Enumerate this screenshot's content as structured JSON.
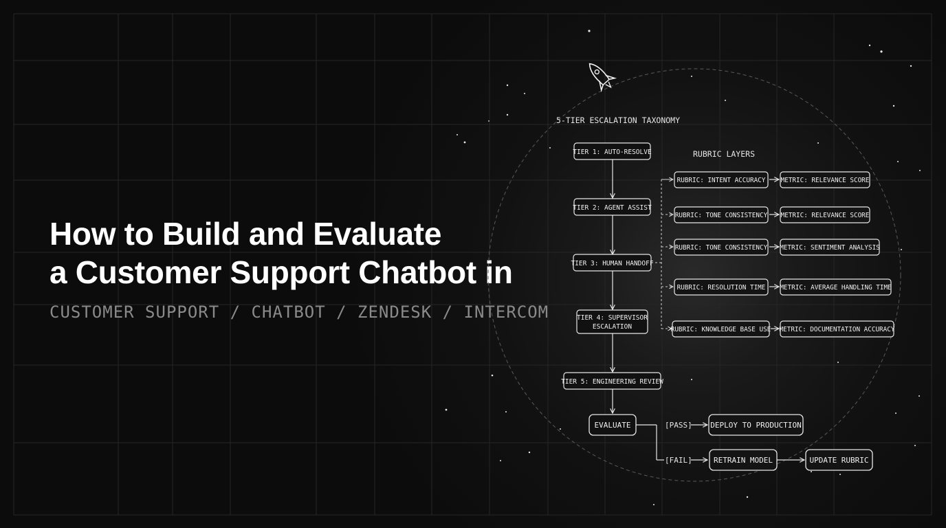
{
  "header": {
    "title_line1": "How to Build and Evaluate",
    "title_line2": "a Customer Support Chatbot in",
    "tags": "CUSTOMER SUPPORT / CHATBOT / ZENDESK / INTERCOM"
  },
  "diagram": {
    "taxonomy_title": "5-TIER ESCALATION TAXONOMY",
    "rubric_title": "RUBRIC LAYERS",
    "tiers": [
      {
        "id": "tier-1",
        "lines": [
          "TIER 1: AUTO-RESOLVE"
        ]
      },
      {
        "id": "tier-2",
        "lines": [
          "TIER 2: AGENT ASSIST"
        ]
      },
      {
        "id": "tier-3",
        "lines": [
          "TIER 3: HUMAN HANDOFF"
        ]
      },
      {
        "id": "tier-4",
        "lines": [
          "TIER 4: SUPERVISOR",
          "ESCALATION"
        ]
      },
      {
        "id": "tier-5",
        "lines": [
          "TIER 5: ENGINEERING REVIEW"
        ]
      }
    ],
    "rubrics": [
      {
        "rubric": "RUBRIC: INTENT ACCURACY",
        "metric": "METRIC: RELEVANCE SCORE"
      },
      {
        "rubric": "RUBRIC: TONE CONSISTENCY",
        "metric": "METRIC: RELEVANCE SCORE"
      },
      {
        "rubric": "RUBRIC: TONE CONSISTENCY",
        "metric": "METRIC: SENTIMENT ANALYSIS"
      },
      {
        "rubric": "RUBRIC: RESOLUTION TIME",
        "metric": "METRIC: AVERAGE HANDLING TIME"
      },
      {
        "rubric": "RUBRIC: KNOWLEDGE BASE USE",
        "metric": "METRIC: DOCUMENTATION ACCURACY"
      }
    ],
    "evaluate": "EVALUATE",
    "pass_label": "[PASS]",
    "fail_label": "[FAIL]",
    "deploy": "DEPLOY TO PRODUCTION",
    "retrain": "RETRAIN MODEL",
    "update": "UPDATE RUBRIC"
  },
  "decor": {
    "rocket_icon": "rocket-icon",
    "line_color": "#e8e8e8",
    "grid_color": "#262626",
    "background": "#0c0c0c"
  }
}
